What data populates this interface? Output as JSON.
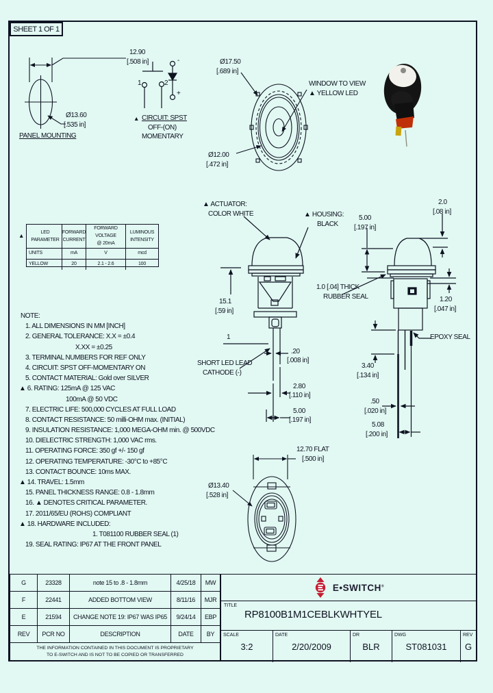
{
  "bg": "#e2f8f2",
  "ink": "#0d1321",
  "accent_red": "#c41d32",
  "sheet_label": "SHEET 1 OF 1",
  "panel_mounting": {
    "dim1_mm": "12.90",
    "dim1_in": "[.508 in]",
    "dia_mm": "Ø13.60",
    "dia_in": "[.535 in]",
    "caption": "PANEL MOUNTING"
  },
  "circuit": {
    "marker": "▲",
    "label1": "CIRCUIT: SPST",
    "label2": "OFF-(ON)",
    "label3": "MOMENTARY",
    "t1": "1",
    "t2": "2",
    "minus": "-",
    "plus": "+"
  },
  "top_view": {
    "dia_outer_mm": "Ø17.50",
    "dia_outer_in": "[.689 in]",
    "dia_inner_mm": "Ø12.00",
    "dia_inner_in": "[.472 in]",
    "window1": "WINDOW TO VIEW",
    "window2": "▲ YELLOW LED"
  },
  "front_view": {
    "actuator1": "▲ ACTUATOR:",
    "actuator2": "COLOR WHITE",
    "housing1": "▲ HOUSING:",
    "housing2": "BLACK",
    "h_mm": "15.1",
    "h_in": "[.59 in]",
    "term1": "1",
    "lead1": "SHORT LED LEAD",
    "lead2": "CATHODE (-)",
    "d1_mm": ".20",
    "d1_in": "[.008 in]",
    "d2_mm": "2.80",
    "d2_in": "[.110 in]",
    "d3_mm": "5.00",
    "d3_in": "[.197 in]"
  },
  "side_view": {
    "d_top_mm": "2.0",
    "d_top_in": "[.08 in]",
    "d_h_mm": "5.00",
    "d_h_in": "[.197 in]",
    "seal1": "1.0 [.04] THICK",
    "seal2": "RUBBER SEAL",
    "d_p_mm": "1.20",
    "d_p_in": "[.047 in]",
    "epoxy": "EPOXY SEAL",
    "d_l_mm": "3.40",
    "d_l_in": "[.134 in]",
    "d_w_mm": ".50",
    "d_w_in": "[.020 in]",
    "d_s_mm": "5.08",
    "d_s_in": "[.200 in]"
  },
  "bottom_view": {
    "flat_mm": "12.70  FLAT",
    "flat_in": "[.500 in]",
    "dia_mm": "Ø13.40",
    "dia_in": "[.528 in]"
  },
  "led_table": {
    "marker": "▲",
    "col1": "LED PARAMETER",
    "col2a": "FORWARD",
    "col2b": "CURRENT",
    "col3a": "FORWARD VOLTAGE",
    "col3b": "@ 20mA",
    "col4a": "LUMINOUS",
    "col4b": "INTENSITY",
    "rows": [
      [
        "UNITS",
        "mA",
        "V",
        "mcd"
      ],
      [
        "YELLOW",
        "20",
        "2.1 - 2.6",
        "100"
      ]
    ]
  },
  "notes": {
    "title": "NOTE:",
    "items": [
      "1. ALL DIMENSIONS IN MM [INCH]",
      "2. GENERAL TOLERANCE: X.X = ±0.4",
      "X.XX = ±0.25",
      "3. TERMINAL NUMBERS FOR REF ONLY",
      "4. CIRCUIT: SPST OFF-MOMENTARY ON",
      "5. CONTACT MATERIAL: Gold over SILVER",
      "▲ 6. RATING: 125mA @ 125 VAC",
      "100mA @ 50 VDC",
      "7. ELECTRIC LIFE: 500,000 CYCLES AT FULL LOAD",
      "8. CONTACT RESISTANCE: 50 milli-OHM max. (INITIAL)",
      "9. INSULATION RESISTANCE: 1,000 MEGA-OHM min. @ 500VDC",
      "10. DIELECTRIC STRENGTH: 1,000 VAC rms.",
      "11. OPERATING FORCE: 350 gf +/- 150 gf",
      "12. OPERATING TEMPERATURE: -30°C to +85°C",
      "13. CONTACT BOUNCE: 10ms MAX.",
      "▲ 14. TRAVEL: 1.5mm",
      "15. PANEL THICKNESS RANGE: 0.8 - 1.8mm",
      "16. ▲ DENOTES CRITICAL PARAMETER.",
      "17. 2011/65/EU (ROHS) COMPLIANT",
      "▲ 18. HARDWARE INCLUDED:",
      "1. T081100 RUBBER SEAL (1)",
      "19. SEAL RATING: IP67 AT THE FRONT PANEL"
    ]
  },
  "rev_table": {
    "header": [
      "REV",
      "PCR NO",
      "DESCRIPTION",
      "DATE",
      "BY"
    ],
    "rows": [
      [
        "G",
        "23328",
        "note 15 to .8 - 1.8mm",
        "4/25/18",
        "MW"
      ],
      [
        "F",
        "22441",
        "ADDED BOTTOM VIEW",
        "8/11/16",
        "MJR"
      ],
      [
        "E",
        "21594",
        "CHANGE NOTE 19: IP67 WAS IP65",
        "9/24/14",
        "EBP"
      ]
    ],
    "disclaimer1": "THE INFORMATION CONTAINED IN THIS DOCUMENT IS PROPRIETARY",
    "disclaimer2": "TO E-SWITCH AND IS NOT TO BE COPIED OR TRANSFERRED"
  },
  "title_block": {
    "logo_icon": "eswitch-diamond-logo",
    "brand": "E•SWITCH",
    "reg": "®",
    "title_label": "TITLE",
    "title": "RP8100B1M1CEBLKWHTYEL",
    "scale_label": "SCALE",
    "scale": "3:2",
    "date_label": "DATE",
    "date": "2/20/2009",
    "dr_label": "DR",
    "dr": "BLR",
    "dwg_label": "DWG",
    "dwg": "ST081031",
    "rev_label": "REV",
    "rev": "G"
  }
}
